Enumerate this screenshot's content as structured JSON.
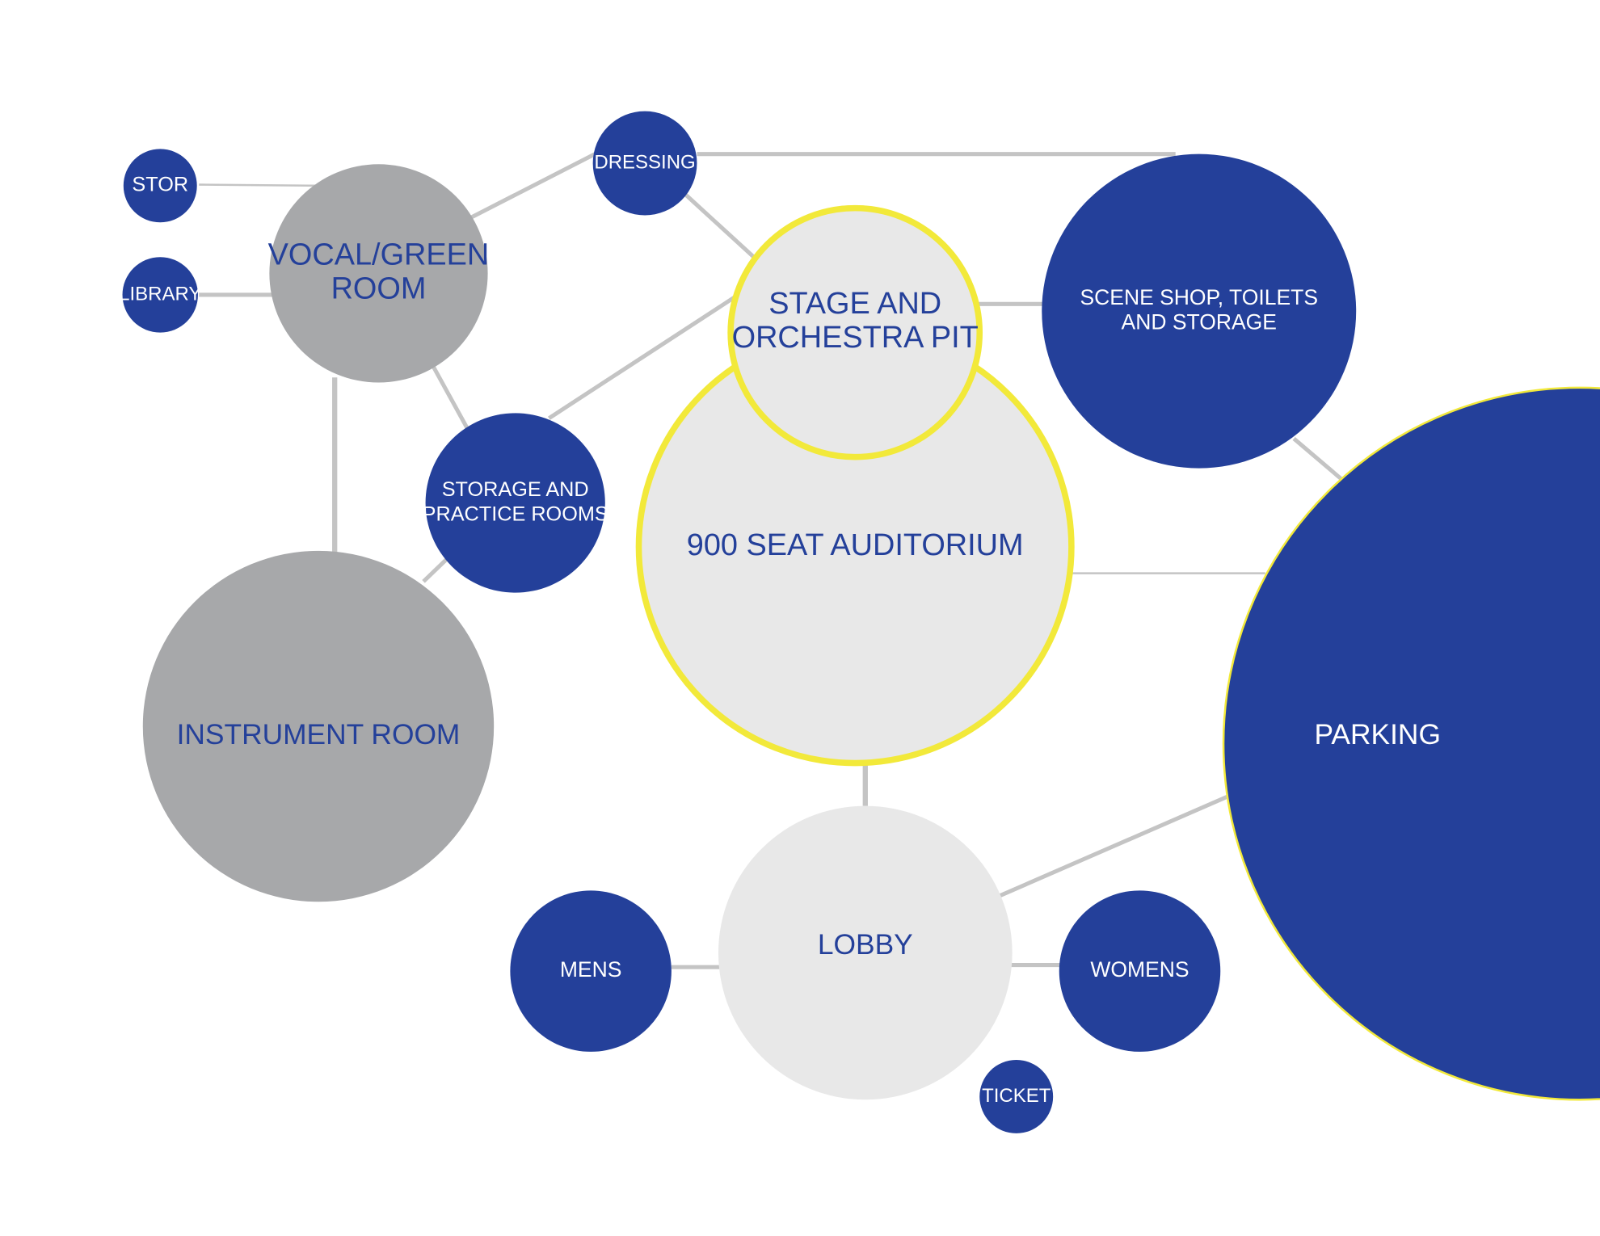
{
  "colors": {
    "background": "#ffffff",
    "navy": "#24409a",
    "gray": "#a7a8aa",
    "light": "#e8e8e8",
    "yellow": "#f2e93a",
    "connector": "#c4c4c4"
  },
  "nodes": {
    "stor": {
      "lines": [
        "STOR"
      ]
    },
    "library": {
      "lines": [
        "LIBRARY"
      ]
    },
    "vocal_green_room": {
      "lines": [
        "VOCAL/GREEN",
        "ROOM"
      ]
    },
    "dressing": {
      "lines": [
        "DRESSING"
      ]
    },
    "stage_orchestra_pit": {
      "lines": [
        "STAGE AND",
        "ORCHESTRA PIT"
      ]
    },
    "scene_shop": {
      "lines": [
        "SCENE SHOP, TOILETS",
        "AND STORAGE"
      ]
    },
    "storage_practice": {
      "lines": [
        "STORAGE AND",
        "PRACTICE ROOMS"
      ]
    },
    "auditorium": {
      "lines": [
        "900 SEAT AUDITORIUM"
      ]
    },
    "instrument_room": {
      "lines": [
        "INSTRUMENT ROOM"
      ]
    },
    "parking": {
      "lines": [
        "PARKING"
      ]
    },
    "lobby": {
      "lines": [
        "LOBBY"
      ]
    },
    "mens": {
      "lines": [
        "MENS"
      ]
    },
    "womens": {
      "lines": [
        "WOMENS"
      ]
    },
    "ticket": {
      "lines": [
        "TICKET"
      ]
    }
  }
}
